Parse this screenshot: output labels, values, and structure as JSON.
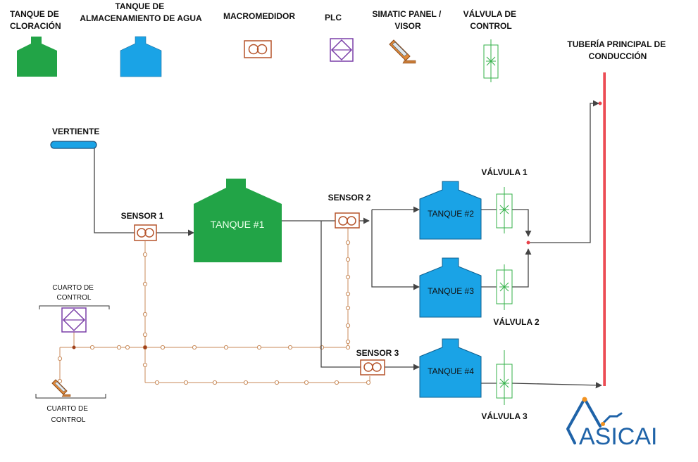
{
  "legend": {
    "chlorination_tank": [
      "TANQUE DE",
      "CLORACIÓN"
    ],
    "storage_tank": [
      "TANQUE DE",
      "ALMACENAMIENTO DE AGUA"
    ],
    "macrometer": "MACROMEDIDOR",
    "plc": "PLC",
    "simatic": [
      "SIMATIC PANEL /",
      "VISOR"
    ],
    "valve": [
      "VÁLVULA DE",
      "CONTROL"
    ],
    "main_pipe": [
      "TUBERÍA PRINCIPAL DE",
      "CONDUCCIÓN"
    ]
  },
  "diagram": {
    "source": "VERTIENTE",
    "sensor1": "SENSOR 1",
    "sensor2": "SENSOR 2",
    "sensor3": "SENSOR 3",
    "tank1": "TANQUE #1",
    "tank2": "TANQUE #2",
    "tank3": "TANQUE #3",
    "tank4": "TANQUE #4",
    "valve1": "VÁLVULA 1",
    "valve2": "VÁLVULA 2",
    "valve3": "VÁLVULA 3",
    "control_room_top": [
      "CUARTO DE",
      "CONTROL"
    ],
    "control_room_bottom": [
      "CUARTO DE",
      "CONTROL"
    ]
  },
  "logo": {
    "text": "ASICAI"
  },
  "colors": {
    "chlorination": "#22a447",
    "storage": "#1aa3e6",
    "sensor": "#b5532a",
    "plc": "#7a3fa8",
    "valve": "#34b24a",
    "pipe": "#444444",
    "main_pipe": "#e8424a",
    "signal": "#c88a5a",
    "logo": "#1f63a8"
  }
}
